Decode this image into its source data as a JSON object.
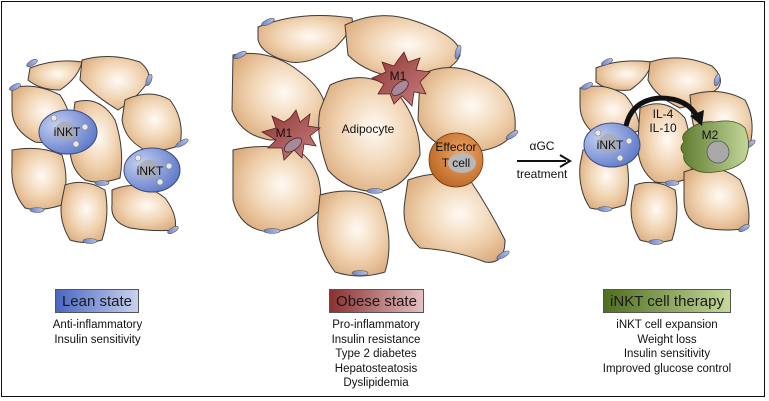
{
  "panels": {
    "lean": {
      "cells": [
        "iNKT",
        "iNKT"
      ],
      "badge": "Lean state",
      "badge_colors": [
        "#4a66c0",
        "#c8d2f0"
      ],
      "features": [
        "Anti-inflammatory",
        "Insulin sensitivity"
      ]
    },
    "obese": {
      "cells": [
        "M1",
        "M1",
        "Adipocyte",
        "Effector",
        "T cell"
      ],
      "badge": "Obese state",
      "badge_colors": [
        "#8a3030",
        "#e4c0c0"
      ],
      "features": [
        "Pro-inflammatory",
        "Insulin resistance",
        "Type 2 diabetes",
        "Hepatosteatosis",
        "Dyslipidemia"
      ]
    },
    "therapy": {
      "cells": [
        "iNKT",
        "M2"
      ],
      "cytokines": [
        "IL-4",
        "IL-10"
      ],
      "badge": "iNKT cell therapy",
      "badge_colors": [
        "#4e6e20",
        "#c6d89a"
      ],
      "features": [
        "iNKT cell expansion",
        "Weight loss",
        "Insulin sensitivity",
        "Improved glucose control"
      ]
    }
  },
  "treatment_arrow": {
    "top_label": "αGC",
    "bottom_label": "treatment"
  },
  "colors": {
    "adipocyte": "#e9c39c",
    "inkt": "#7b93d6",
    "m1": "#a04646",
    "m2": "#7f9a4c",
    "effector": "#c8722c"
  }
}
